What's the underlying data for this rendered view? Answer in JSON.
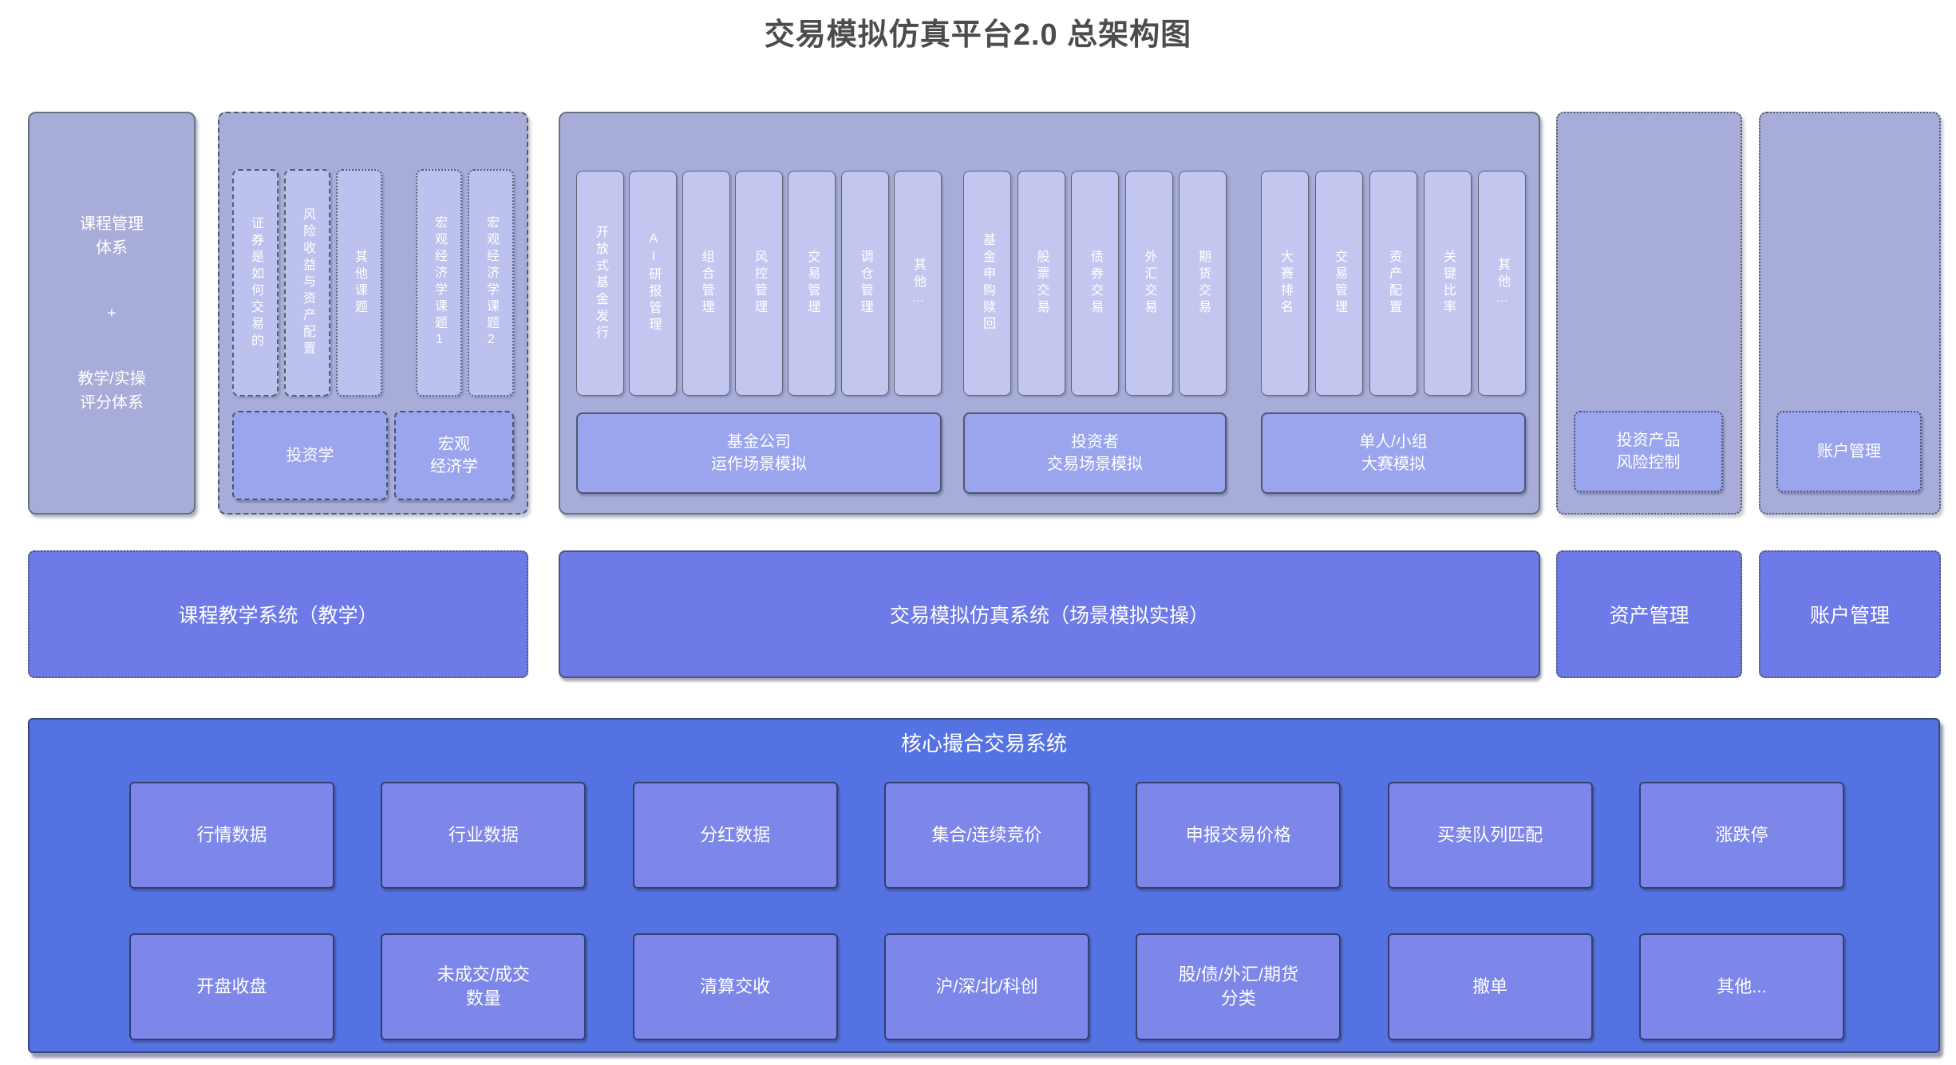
{
  "title": "交易模拟仿真平台2.0 总架构图",
  "colors": {
    "container_fill": "#a7acd9",
    "column_fill": "#c3c7f0",
    "label_box_fill": "#9ba5ee",
    "middle_row_fill": "#6e7ae7",
    "core_fill": "#5472e2",
    "core_cell_fill": "#7d87e9",
    "title_text": "#4c4c4c",
    "block_text": "#ffffff"
  },
  "top_row": {
    "course_block": {
      "label_top": "课程管理\n体系",
      "plus": "+",
      "label_bottom": "教学/实操\n评分体系"
    },
    "teaching_container": {
      "columns": [
        "证券是如何交易的",
        "风险收益与资产配置",
        "其他课题",
        "宏观经济学课题1",
        "宏观经济学课题2"
      ],
      "boxes": [
        "投资学",
        "宏观\n经济学"
      ]
    },
    "simulation_container": {
      "groups": [
        {
          "columns": [
            "开放式基金发行",
            "AI研报管理",
            "组合管理",
            "风控管理",
            "交易管理",
            "调仓管理",
            "其他…"
          ],
          "box": "基金公司\n运作场景模拟"
        },
        {
          "columns": [
            "基金申购赎回",
            "股票交易",
            "债券交易",
            "外汇交易",
            "期货交易"
          ],
          "box": "投资者\n交易场景模拟"
        },
        {
          "columns": [
            "大赛排名",
            "交易管理",
            "资产配置",
            "关键比率",
            "其他…"
          ],
          "box": "单人/小组\n大赛模拟"
        }
      ]
    },
    "risk_container": {
      "box": "投资产品\n风险控制"
    },
    "account_container": {
      "box": "账户管理"
    }
  },
  "middle_row": {
    "teaching_system": "课程教学系统（教学）",
    "simulation_system": "交易模拟仿真系统（场景模拟实操）",
    "asset_management": "资产管理",
    "account_management": "账户管理"
  },
  "core_system": {
    "title": "核心撮合交易系统",
    "row1": [
      "行情数据",
      "行业数据",
      "分红数据",
      "集合/连续竞价",
      "申报交易价格",
      "买卖队列匹配",
      "涨跌停"
    ],
    "row2": [
      "开盘收盘",
      "未成交/成交\n数量",
      "清算交收",
      "沪/深/北/科创",
      "股/债/外汇/期货\n分类",
      "撤单",
      "其他..."
    ]
  }
}
